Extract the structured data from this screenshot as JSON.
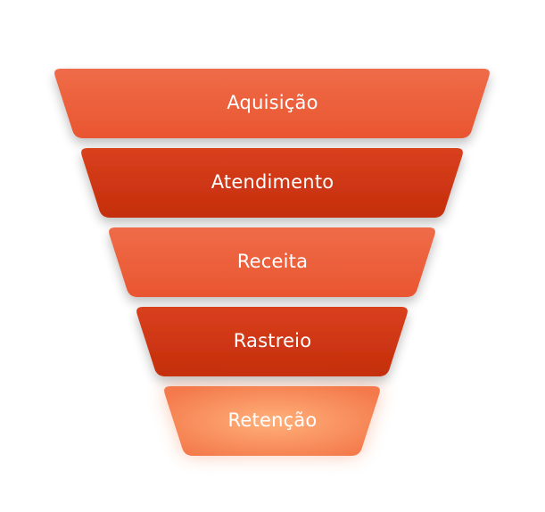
{
  "funnel": {
    "stages": [
      {
        "label": "Aquisição",
        "style": "light"
      },
      {
        "label": "Atendimento",
        "style": "dark"
      },
      {
        "label": "Receita",
        "style": "light"
      },
      {
        "label": "Rastreio",
        "style": "dark"
      },
      {
        "label": "Retenção",
        "style": "glow"
      }
    ]
  },
  "colors": {
    "light_top": "#ef6c49",
    "light_bottom": "#e95530",
    "dark_top": "#d9401f",
    "dark_bottom": "#c42e0a",
    "glow_center": "#ffb07a",
    "glow_edge": "#f47a4c",
    "text": "#ffffff"
  }
}
